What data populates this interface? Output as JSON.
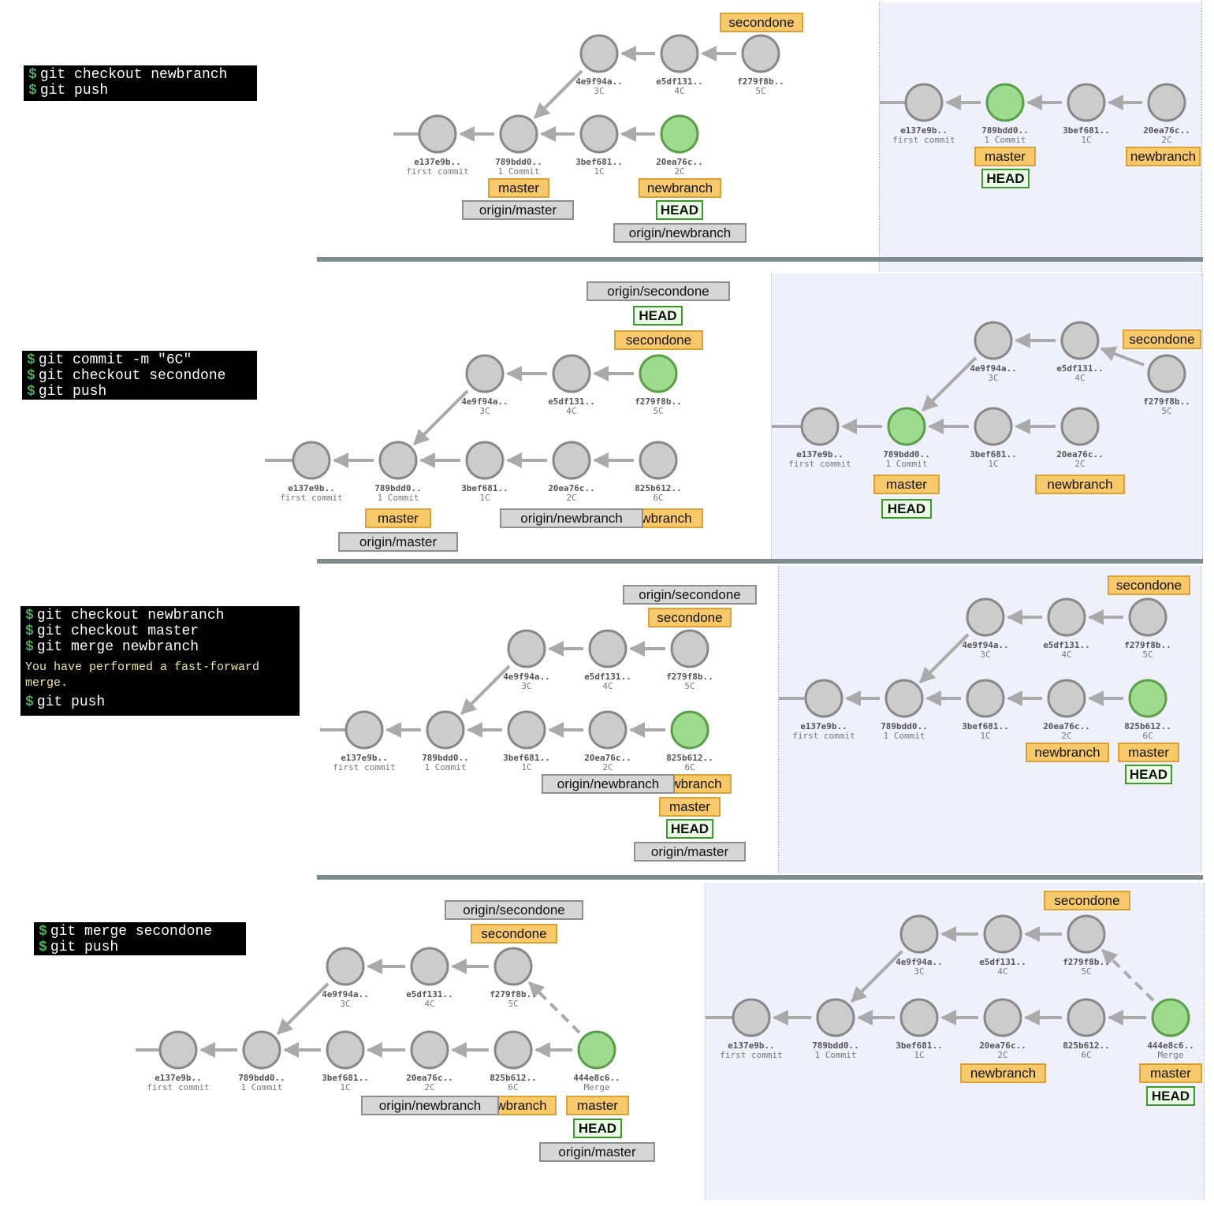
{
  "terminals": [
    {
      "lines": [
        {
          "kind": "cmd",
          "text": "git checkout newbranch"
        },
        {
          "kind": "cmd",
          "text": "git push"
        }
      ]
    },
    {
      "lines": [
        {
          "kind": "cmd",
          "text": "git commit -m \"6C\""
        },
        {
          "kind": "cmd",
          "text": "git checkout secondone"
        },
        {
          "kind": "cmd",
          "text": "git push"
        }
      ]
    },
    {
      "lines": [
        {
          "kind": "cmd",
          "text": "git checkout newbranch"
        },
        {
          "kind": "cmd",
          "text": "git checkout master"
        },
        {
          "kind": "cmd",
          "text": "git merge newbranch"
        },
        {
          "kind": "msg",
          "text": "You have performed a fast-forward merge."
        },
        {
          "kind": "cmd",
          "text": "git push"
        }
      ]
    },
    {
      "lines": [
        {
          "kind": "cmd",
          "text": "git merge secondone"
        },
        {
          "kind": "cmd",
          "text": "git push"
        }
      ]
    }
  ],
  "prompt_symbol": "$",
  "colors": {
    "commit_fill": "#cccccc",
    "commit_stroke": "#888888",
    "active_commit_fill": "#9edb8f",
    "active_commit_stroke": "#5a9e4a",
    "edge": "#aaaaaa",
    "branch_label": "#f8c96a",
    "remote_label": "#d6d6d6",
    "head_label": "#eafbe6",
    "remote_panel_bg": "#eef0fb",
    "separator": "#7f8c8d"
  },
  "graphs": [
    {
      "id": "s1-local",
      "commits": [
        {
          "id": "c0",
          "hash": "e137e9b..",
          "msg": "first commit"
        },
        {
          "id": "c1",
          "hash": "789bdd0..",
          "msg": "1 Commit"
        },
        {
          "id": "c2",
          "hash": "3bef681..",
          "msg": "1C"
        },
        {
          "id": "c3",
          "hash": "20ea76c..",
          "msg": "2C",
          "active": true
        },
        {
          "id": "c4",
          "hash": "4e9f94a..",
          "msg": "3C"
        },
        {
          "id": "c5",
          "hash": "e5df131..",
          "msg": "4C"
        },
        {
          "id": "c6",
          "hash": "f279f8b..",
          "msg": "5C"
        }
      ],
      "edges": [
        [
          "c1",
          "c0"
        ],
        [
          "c2",
          "c1"
        ],
        [
          "c3",
          "c2"
        ],
        [
          "c4",
          "c1"
        ],
        [
          "c5",
          "c4"
        ],
        [
          "c6",
          "c5"
        ]
      ],
      "labels": [
        {
          "kind": "branch",
          "text": "secondone"
        },
        {
          "kind": "branch",
          "text": "master"
        },
        {
          "kind": "remote",
          "text": "origin/master"
        },
        {
          "kind": "branch",
          "text": "newbranch"
        },
        {
          "kind": "head",
          "text": "HEAD"
        },
        {
          "kind": "remote",
          "text": "origin/newbranch"
        }
      ]
    },
    {
      "id": "s1-remote",
      "commits": [
        {
          "id": "c0",
          "hash": "e137e9b..",
          "msg": "first commit"
        },
        {
          "id": "c1",
          "hash": "789bdd0..",
          "msg": "1 Commit",
          "active": true
        },
        {
          "id": "c2",
          "hash": "3bef681..",
          "msg": "1C"
        },
        {
          "id": "c3",
          "hash": "20ea76c..",
          "msg": "2C"
        }
      ],
      "edges": [
        [
          "c1",
          "c0"
        ],
        [
          "c2",
          "c1"
        ],
        [
          "c3",
          "c2"
        ]
      ],
      "labels": [
        {
          "kind": "branch",
          "text": "master"
        },
        {
          "kind": "head",
          "text": "HEAD"
        },
        {
          "kind": "branch",
          "text": "newbranch"
        }
      ]
    },
    {
      "id": "s2-local",
      "commits": [
        {
          "id": "c0",
          "hash": "e137e9b..",
          "msg": "first commit"
        },
        {
          "id": "c1",
          "hash": "789bdd0..",
          "msg": "1 Commit"
        },
        {
          "id": "c2",
          "hash": "3bef681..",
          "msg": "1C"
        },
        {
          "id": "c3",
          "hash": "20ea76c..",
          "msg": "2C"
        },
        {
          "id": "c7",
          "hash": "825b612..",
          "msg": "6C"
        },
        {
          "id": "c4",
          "hash": "4e9f94a..",
          "msg": "3C"
        },
        {
          "id": "c5",
          "hash": "e5df131..",
          "msg": "4C"
        },
        {
          "id": "c6",
          "hash": "f279f8b..",
          "msg": "5C",
          "active": true
        }
      ],
      "edges": [
        [
          "c1",
          "c0"
        ],
        [
          "c2",
          "c1"
        ],
        [
          "c3",
          "c2"
        ],
        [
          "c7",
          "c3"
        ],
        [
          "c4",
          "c1"
        ],
        [
          "c5",
          "c4"
        ],
        [
          "c6",
          "c5"
        ]
      ],
      "labels": [
        {
          "kind": "remote",
          "text": "origin/secondone"
        },
        {
          "kind": "head",
          "text": "HEAD"
        },
        {
          "kind": "branch",
          "text": "secondone"
        },
        {
          "kind": "branch",
          "text": "master"
        },
        {
          "kind": "remote",
          "text": "origin/master"
        },
        {
          "kind": "branch",
          "text": "newbranch"
        },
        {
          "kind": "remote",
          "text": "origin/newbranch"
        }
      ]
    },
    {
      "id": "s2-remote",
      "commits": [
        {
          "id": "c0",
          "hash": "e137e9b..",
          "msg": "first commit"
        },
        {
          "id": "c1",
          "hash": "789bdd0..",
          "msg": "1 Commit",
          "active": true
        },
        {
          "id": "c2",
          "hash": "3bef681..",
          "msg": "1C"
        },
        {
          "id": "c3",
          "hash": "20ea76c..",
          "msg": "2C"
        },
        {
          "id": "c4",
          "hash": "4e9f94a..",
          "msg": "3C"
        },
        {
          "id": "c5",
          "hash": "e5df131..",
          "msg": "4C"
        },
        {
          "id": "c6",
          "hash": "f279f8b..",
          "msg": "5C"
        }
      ],
      "edges": [
        [
          "c1",
          "c0"
        ],
        [
          "c2",
          "c1"
        ],
        [
          "c3",
          "c2"
        ],
        [
          "c4",
          "c1"
        ],
        [
          "c5",
          "c4"
        ],
        [
          "c6",
          "c5"
        ]
      ],
      "labels": [
        {
          "kind": "branch",
          "text": "secondone"
        },
        {
          "kind": "branch",
          "text": "master"
        },
        {
          "kind": "head",
          "text": "HEAD"
        },
        {
          "kind": "branch",
          "text": "newbranch"
        }
      ]
    },
    {
      "id": "s3-local",
      "commits": [
        {
          "id": "c0",
          "hash": "e137e9b..",
          "msg": "first commit"
        },
        {
          "id": "c1",
          "hash": "789bdd0..",
          "msg": "1 Commit"
        },
        {
          "id": "c2",
          "hash": "3bef681..",
          "msg": "1C"
        },
        {
          "id": "c3",
          "hash": "20ea76c..",
          "msg": "2C"
        },
        {
          "id": "c7",
          "hash": "825b612..",
          "msg": "6C",
          "active": true
        },
        {
          "id": "c4",
          "hash": "4e9f94a..",
          "msg": "3C"
        },
        {
          "id": "c5",
          "hash": "e5df131..",
          "msg": "4C"
        },
        {
          "id": "c6",
          "hash": "f279f8b..",
          "msg": "5C"
        }
      ],
      "edges": [
        [
          "c1",
          "c0"
        ],
        [
          "c2",
          "c1"
        ],
        [
          "c3",
          "c2"
        ],
        [
          "c7",
          "c3"
        ],
        [
          "c4",
          "c1"
        ],
        [
          "c5",
          "c4"
        ],
        [
          "c6",
          "c5"
        ]
      ],
      "labels": [
        {
          "kind": "remote",
          "text": "origin/secondone"
        },
        {
          "kind": "branch",
          "text": "secondone"
        },
        {
          "kind": "branch",
          "text": "newbranch"
        },
        {
          "kind": "remote",
          "text": "origin/newbranch"
        },
        {
          "kind": "branch",
          "text": "master"
        },
        {
          "kind": "head",
          "text": "HEAD"
        },
        {
          "kind": "remote",
          "text": "origin/master"
        }
      ]
    },
    {
      "id": "s3-remote",
      "commits": [
        {
          "id": "c0",
          "hash": "e137e9b..",
          "msg": "first commit"
        },
        {
          "id": "c1",
          "hash": "789bdd0..",
          "msg": "1 Commit"
        },
        {
          "id": "c2",
          "hash": "3bef681..",
          "msg": "1C"
        },
        {
          "id": "c3",
          "hash": "20ea76c..",
          "msg": "2C"
        },
        {
          "id": "c7",
          "hash": "825b612..",
          "msg": "6C",
          "active": true
        },
        {
          "id": "c4",
          "hash": "4e9f94a..",
          "msg": "3C"
        },
        {
          "id": "c5",
          "hash": "e5df131..",
          "msg": "4C"
        },
        {
          "id": "c6",
          "hash": "f279f8b..",
          "msg": "5C"
        }
      ],
      "edges": [
        [
          "c1",
          "c0"
        ],
        [
          "c2",
          "c1"
        ],
        [
          "c3",
          "c2"
        ],
        [
          "c7",
          "c3"
        ],
        [
          "c4",
          "c1"
        ],
        [
          "c5",
          "c4"
        ],
        [
          "c6",
          "c5"
        ]
      ],
      "labels": [
        {
          "kind": "branch",
          "text": "secondone"
        },
        {
          "kind": "branch",
          "text": "newbranch"
        },
        {
          "kind": "branch",
          "text": "master"
        },
        {
          "kind": "head",
          "text": "HEAD"
        }
      ]
    },
    {
      "id": "s4-local",
      "commits": [
        {
          "id": "c0",
          "hash": "e137e9b..",
          "msg": "first commit"
        },
        {
          "id": "c1",
          "hash": "789bdd0..",
          "msg": "1 Commit"
        },
        {
          "id": "c2",
          "hash": "3bef681..",
          "msg": "1C"
        },
        {
          "id": "c3",
          "hash": "20ea76c..",
          "msg": "2C"
        },
        {
          "id": "c7",
          "hash": "825b612..",
          "msg": "6C"
        },
        {
          "id": "c8",
          "hash": "444e8c6..",
          "msg": "Merge",
          "active": true
        },
        {
          "id": "c4",
          "hash": "4e9f94a..",
          "msg": "3C"
        },
        {
          "id": "c5",
          "hash": "e5df131..",
          "msg": "4C"
        },
        {
          "id": "c6",
          "hash": "f279f8b..",
          "msg": "5C"
        }
      ],
      "edges": [
        [
          "c1",
          "c0"
        ],
        [
          "c2",
          "c1"
        ],
        [
          "c3",
          "c2"
        ],
        [
          "c7",
          "c3"
        ],
        [
          "c8",
          "c7"
        ],
        [
          "c4",
          "c1"
        ],
        [
          "c5",
          "c4"
        ],
        [
          "c6",
          "c5"
        ],
        [
          "c8",
          "c6",
          "dashed"
        ]
      ],
      "labels": [
        {
          "kind": "remote",
          "text": "origin/secondone"
        },
        {
          "kind": "branch",
          "text": "secondone"
        },
        {
          "kind": "branch",
          "text": "newbranch"
        },
        {
          "kind": "remote",
          "text": "origin/newbranch"
        },
        {
          "kind": "branch",
          "text": "master"
        },
        {
          "kind": "head",
          "text": "HEAD"
        },
        {
          "kind": "remote",
          "text": "origin/master"
        }
      ]
    },
    {
      "id": "s4-remote",
      "commits": [
        {
          "id": "c0",
          "hash": "e137e9b..",
          "msg": "first commit"
        },
        {
          "id": "c1",
          "hash": "789bdd0..",
          "msg": "1 Commit"
        },
        {
          "id": "c2",
          "hash": "3bef681..",
          "msg": "1C"
        },
        {
          "id": "c3",
          "hash": "20ea76c..",
          "msg": "2C"
        },
        {
          "id": "c7",
          "hash": "825b612..",
          "msg": "6C"
        },
        {
          "id": "c8",
          "hash": "444e8c6..",
          "msg": "Merge",
          "active": true
        },
        {
          "id": "c4",
          "hash": "4e9f94a..",
          "msg": "3C"
        },
        {
          "id": "c5",
          "hash": "e5df131..",
          "msg": "4C"
        },
        {
          "id": "c6",
          "hash": "f279f8b..",
          "msg": "5C"
        }
      ],
      "edges": [
        [
          "c1",
          "c0"
        ],
        [
          "c2",
          "c1"
        ],
        [
          "c3",
          "c2"
        ],
        [
          "c7",
          "c3"
        ],
        [
          "c8",
          "c7"
        ],
        [
          "c4",
          "c1"
        ],
        [
          "c5",
          "c4"
        ],
        [
          "c6",
          "c5"
        ],
        [
          "c8",
          "c6",
          "dashed"
        ]
      ],
      "labels": [
        {
          "kind": "branch",
          "text": "secondone"
        },
        {
          "kind": "branch",
          "text": "newbranch"
        },
        {
          "kind": "branch",
          "text": "master"
        },
        {
          "kind": "head",
          "text": "HEAD"
        }
      ]
    }
  ]
}
